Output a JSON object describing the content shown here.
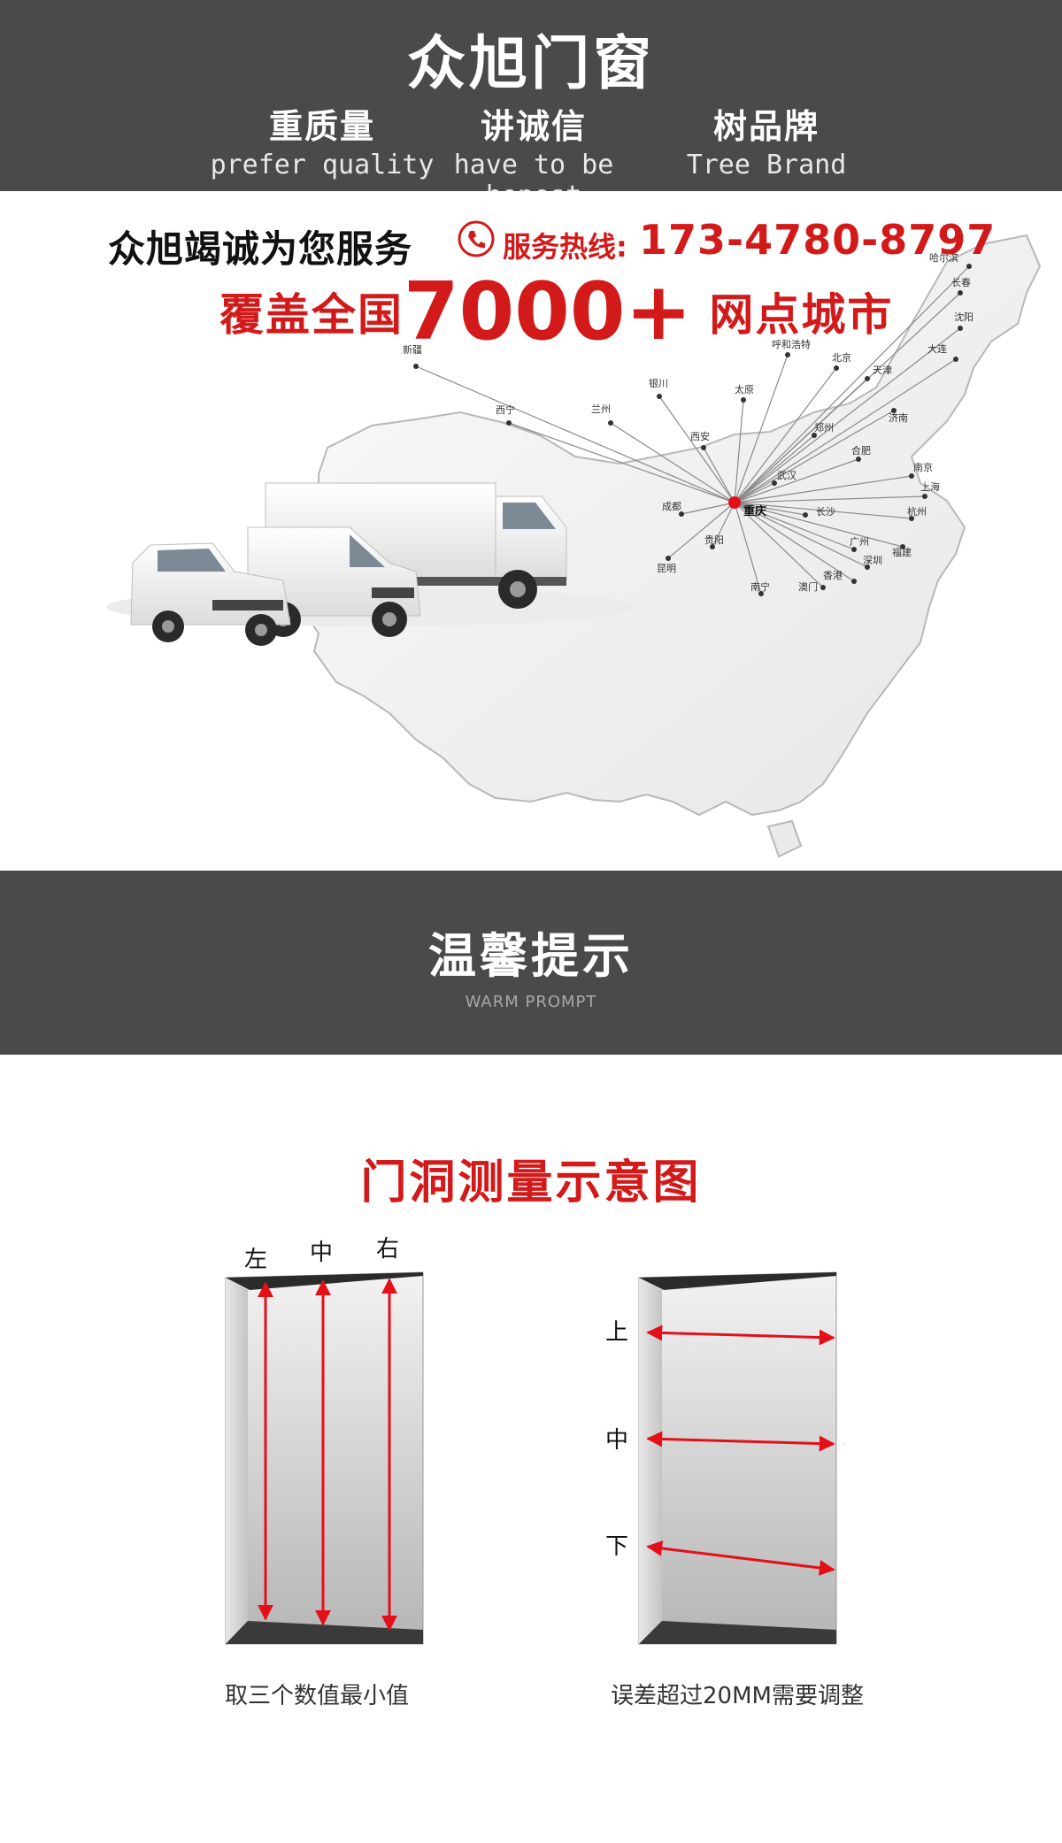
{
  "header": {
    "brand": "众旭门窗",
    "slogans": [
      {
        "cn": "重质量",
        "en": "prefer quality"
      },
      {
        "cn": "讲诚信",
        "en": "have to be honest"
      },
      {
        "cn": "树品牌",
        "en": "Tree Brand"
      }
    ]
  },
  "service": {
    "line": "众旭竭诚为您服务",
    "hotline_label": "服务热线:",
    "hotline_number": "173-4780-8797",
    "coverage_prefix": "覆盖全国",
    "coverage_number": "7000+",
    "coverage_suffix": "网点城市"
  },
  "map": {
    "hub": "重庆",
    "cities": [
      "哈尔滨",
      "长春",
      "沈阳",
      "大连",
      "呼和浩特",
      "北京",
      "天津",
      "新疆",
      "银川",
      "太原",
      "济南",
      "兰州",
      "西宁",
      "郑州",
      "西安",
      "合肥",
      "南京",
      "武汉",
      "上海",
      "成都",
      "长沙",
      "杭州",
      "广州",
      "福建",
      "贵阳",
      "深圳",
      "昆明",
      "香港",
      "南宁",
      "澳门"
    ]
  },
  "prompt": {
    "title": "温馨提示",
    "subtitle": "WARM PROMPT"
  },
  "measure": {
    "title": "门洞测量示意图",
    "left_labels": [
      "左",
      "中",
      "右"
    ],
    "right_labels": [
      "上",
      "中",
      "下"
    ],
    "left_caption": "取三个数值最小值",
    "right_caption": "误差超过20MM需要调整"
  },
  "colors": {
    "band": "#4a4a4a",
    "accent_red": "#d31a1a",
    "arrow_red": "#e3101a"
  }
}
